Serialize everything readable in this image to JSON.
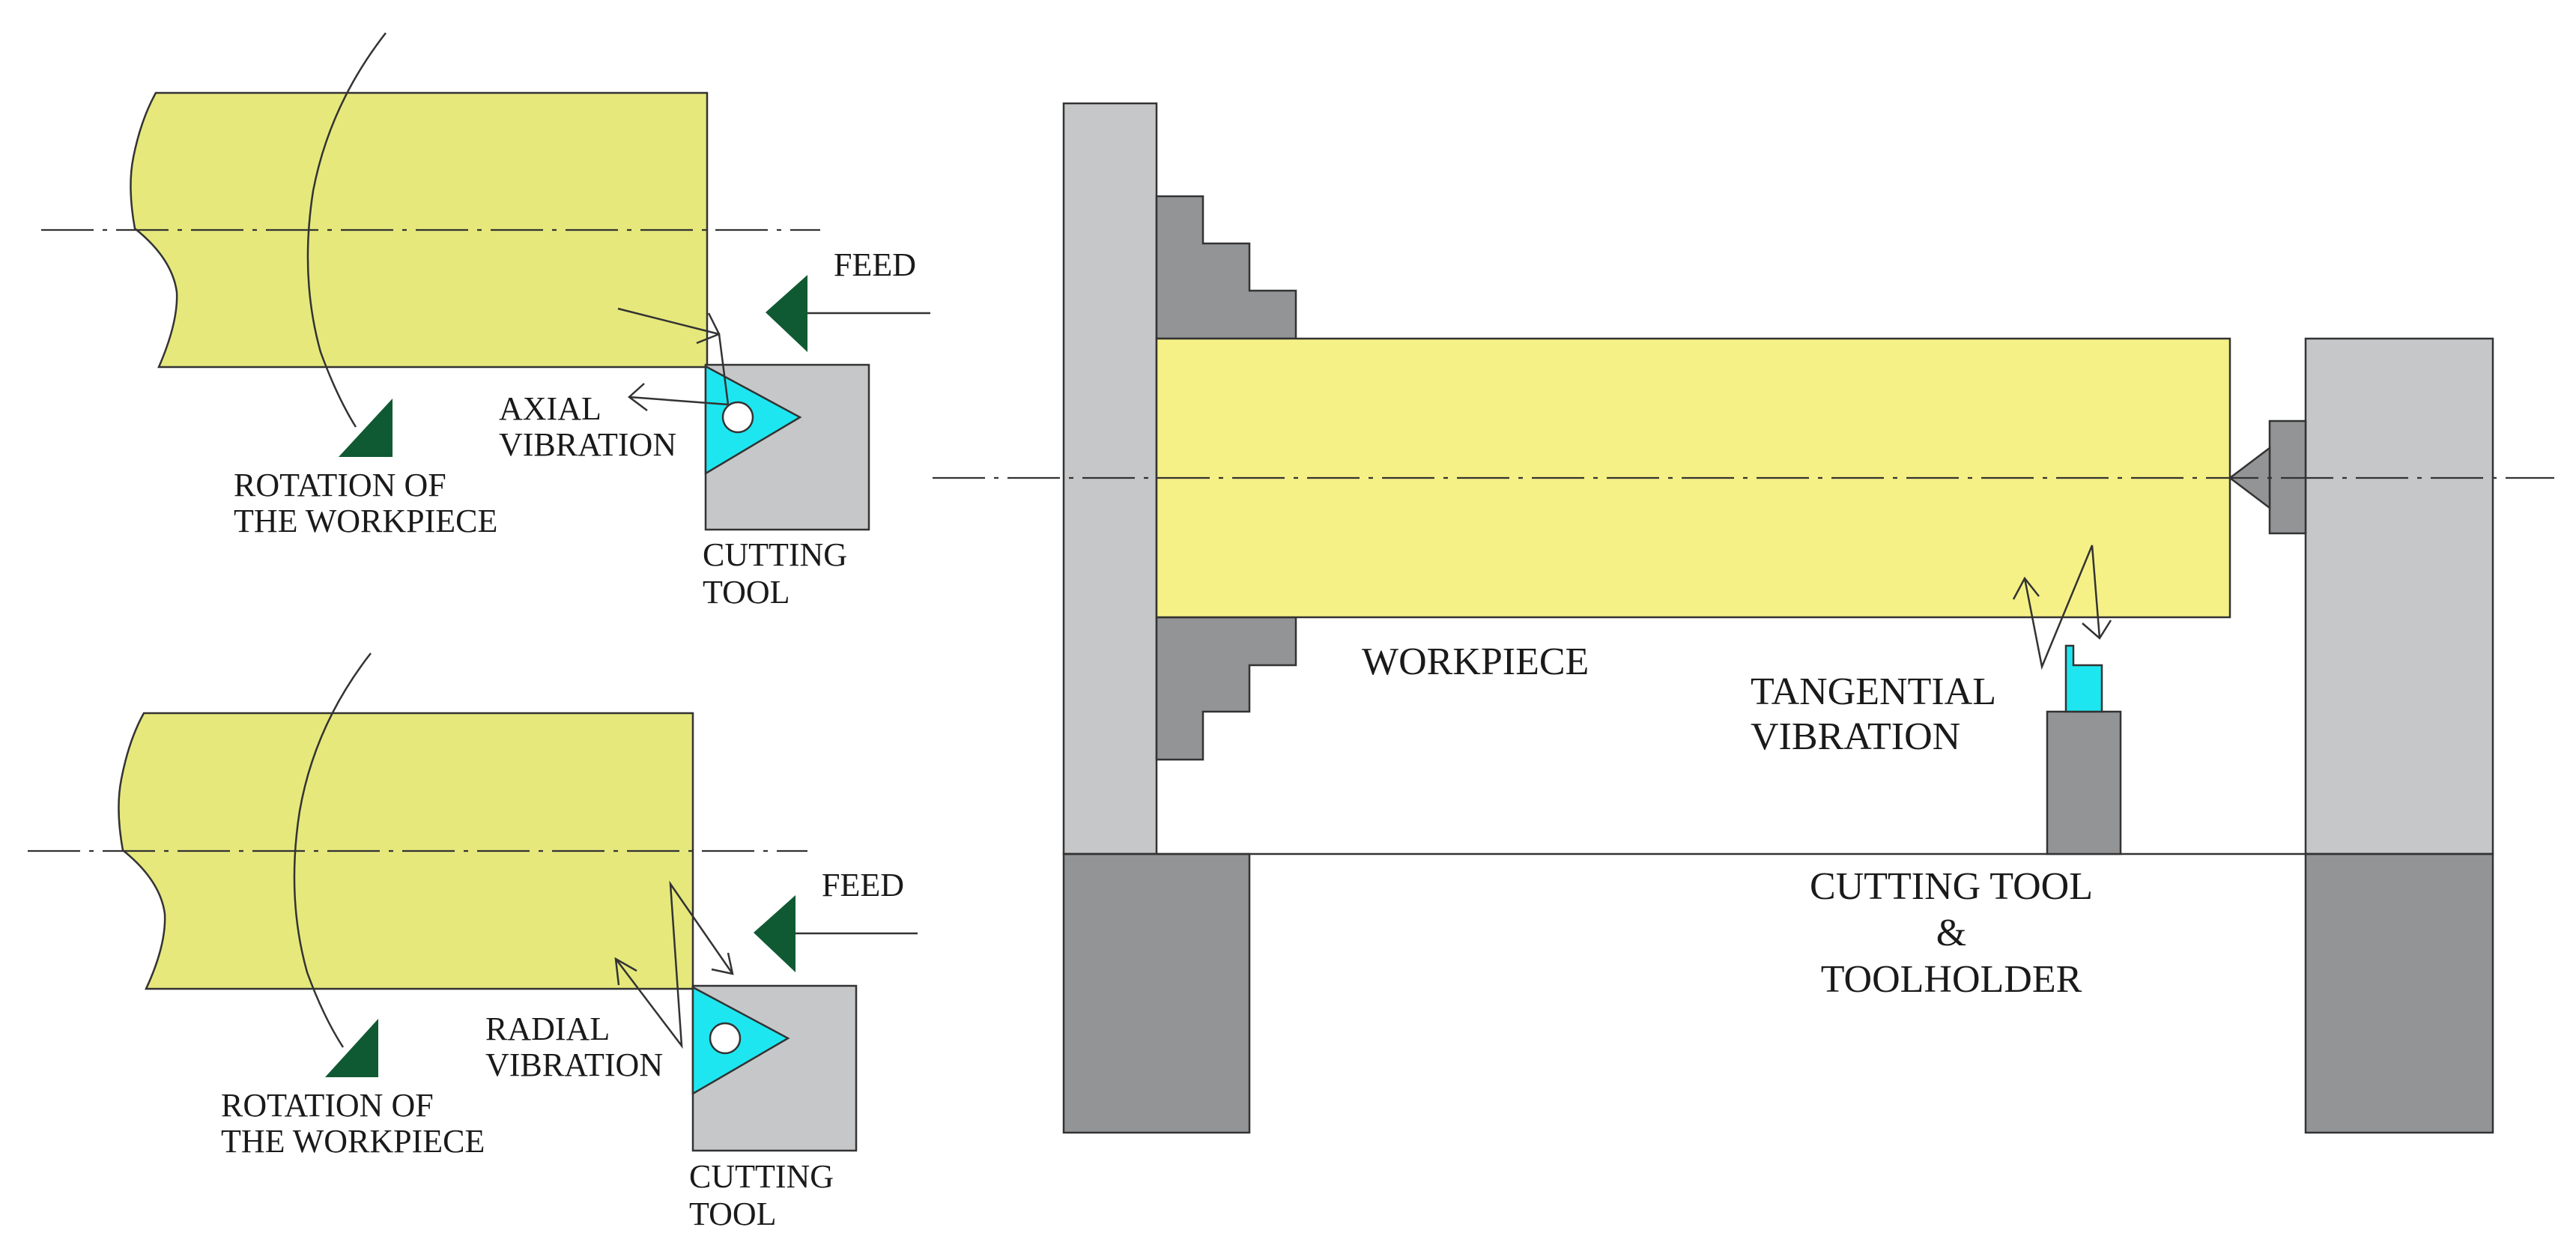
{
  "panels": {
    "axial": {
      "feed_label": "FEED",
      "vibration_label": [
        "AXIAL",
        "VIBRATION"
      ],
      "rotation_label": [
        "ROTATION OF",
        "THE WORKPIECE"
      ],
      "tool_label": [
        "CUTTING",
        "TOOL"
      ]
    },
    "radial": {
      "feed_label": "FEED",
      "vibration_label": [
        "RADIAL",
        "VIBRATION"
      ],
      "rotation_label": [
        "ROTATION OF",
        "THE WORKPIECE"
      ],
      "tool_label": [
        "CUTTING",
        "TOOL"
      ]
    },
    "tangential": {
      "workpiece_label": "WORKPIECE",
      "vibration_label": [
        "TANGENTIAL",
        "VIBRATION"
      ],
      "tool_label": [
        "CUTTING TOOL",
        "&",
        "TOOLHOLDER"
      ]
    }
  },
  "colors": {
    "workpiece_small": "#e6e87c",
    "workpiece_large": "#f6f186",
    "insert": "#1ee6f0",
    "light_gray": "#c6c7c8",
    "dark_gray": "#939496",
    "arrow_green": "#0f5a32"
  }
}
